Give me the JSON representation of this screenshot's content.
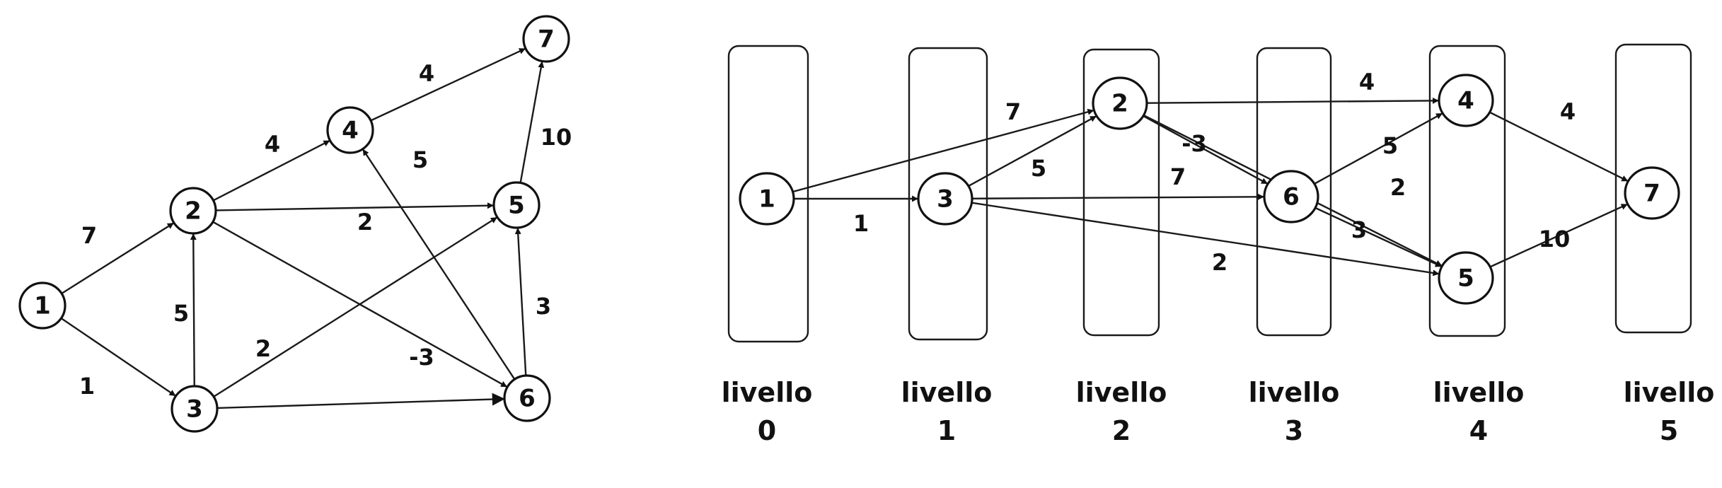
{
  "colors": {
    "ink": "#111111",
    "background": "#ffffff"
  },
  "graph": {
    "nodes": [
      {
        "id": "1",
        "label": "1"
      },
      {
        "id": "2",
        "label": "2"
      },
      {
        "id": "3",
        "label": "3"
      },
      {
        "id": "4",
        "label": "4"
      },
      {
        "id": "5",
        "label": "5"
      },
      {
        "id": "6",
        "label": "6"
      },
      {
        "id": "7",
        "label": "7"
      }
    ],
    "edges": [
      {
        "from": "1",
        "to": "2",
        "weight": "7"
      },
      {
        "from": "1",
        "to": "3",
        "weight": "1"
      },
      {
        "from": "3",
        "to": "2",
        "weight": "5"
      },
      {
        "from": "2",
        "to": "4",
        "weight": "4"
      },
      {
        "from": "2",
        "to": "5",
        "weight": "2"
      },
      {
        "from": "2",
        "to": "6",
        "weight": "-3"
      },
      {
        "from": "3",
        "to": "5",
        "weight": "2"
      },
      {
        "from": "3",
        "to": "6",
        "weight": "7"
      },
      {
        "from": "4",
        "to": "7",
        "weight": "4"
      },
      {
        "from": "6",
        "to": "4",
        "weight": "5"
      },
      {
        "from": "6",
        "to": "5",
        "weight": "3"
      },
      {
        "from": "5",
        "to": "7",
        "weight": "10"
      }
    ]
  },
  "levels": [
    {
      "word": "livello",
      "number": "0"
    },
    {
      "word": "livello",
      "number": "1"
    },
    {
      "word": "livello",
      "number": "2"
    },
    {
      "word": "livello",
      "number": "3"
    },
    {
      "word": "livello",
      "number": "4"
    },
    {
      "word": "livello",
      "number": "5"
    }
  ]
}
